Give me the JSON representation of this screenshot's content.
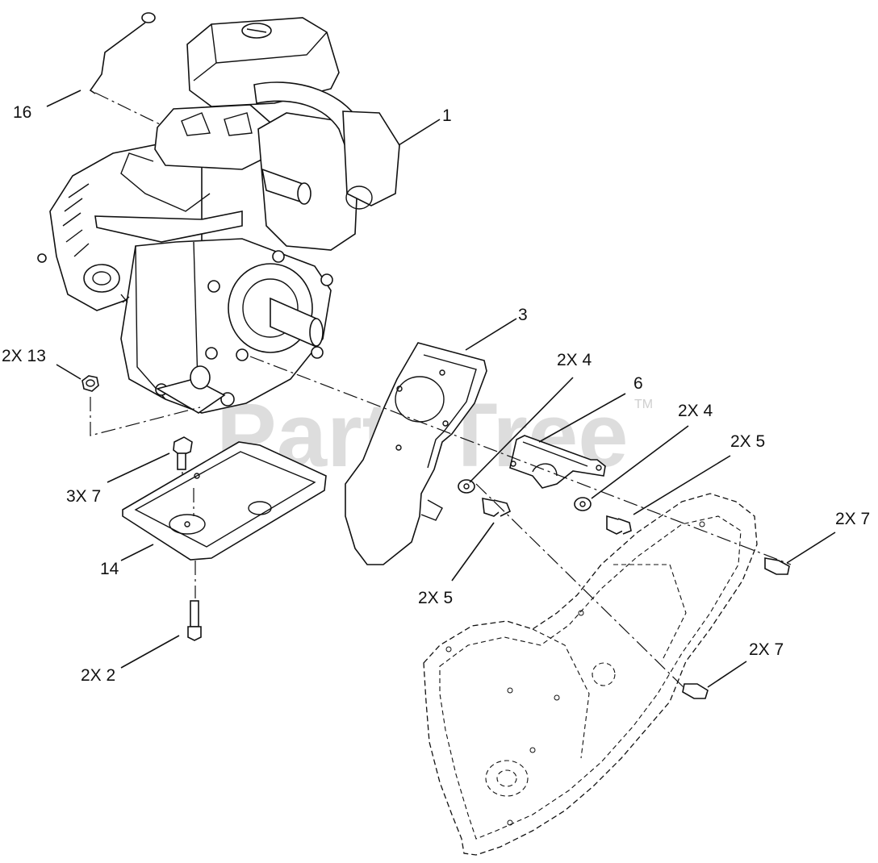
{
  "diagram": {
    "callouts": {
      "c1": "1",
      "c3": "3",
      "c6": "6",
      "c14": "14",
      "c16": "16",
      "c2x13": "2X 13",
      "c3x7": "3X 7",
      "c2x2": "2X 2",
      "c2x4a": "2X 4",
      "c2x4b": "2X 4",
      "c2x5a": "2X 5",
      "c2x5b": "2X 5",
      "c2x7a": "2X 7",
      "c2x7b": "2X 7"
    },
    "watermark": "PartsTree",
    "trademark": "TM"
  }
}
